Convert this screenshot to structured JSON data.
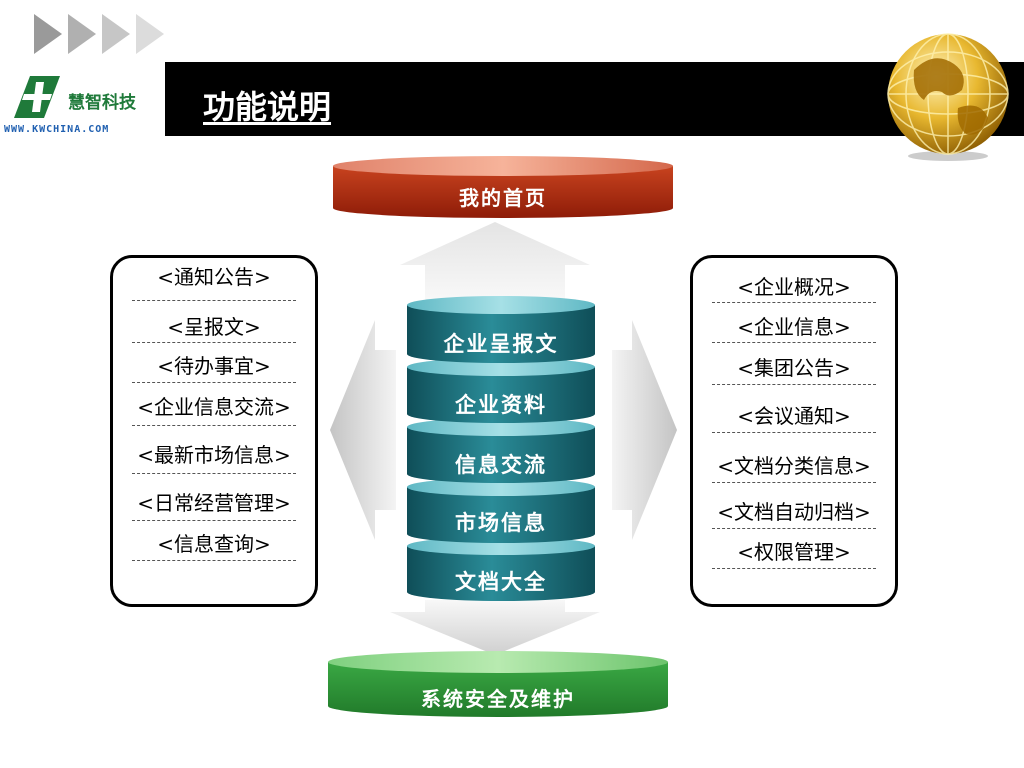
{
  "header": {
    "title": "功能说明",
    "logo": {
      "name": "慧智科技",
      "url": "WWW.KWCHINA.COM"
    }
  },
  "diagram": {
    "top": "我的首页",
    "bottom": "系统安全及维护",
    "stack": [
      "企业呈报文",
      "企业资料",
      "信息交流",
      "市场信息",
      "文档大全"
    ],
    "left_items": [
      "<通知公告>",
      "<呈报文>",
      "<待办事宜>",
      "<企业信息交流>",
      "<最新市场信息>",
      "<日常经营管理>",
      "<信息查询>"
    ],
    "right_items": [
      "<企业概况>",
      "<企业信息>",
      "<集团公告>",
      "<会议通知>",
      "<文档分类信息>",
      "<文档自动归档>",
      "<权限管理>"
    ]
  },
  "colors": {
    "header_bar": "#000000",
    "top_cylinder": "#b52a10",
    "bottom_cylinder": "#2e9a3a",
    "stack": "#1b6e7a",
    "logo_green": "#1f7a3a"
  }
}
